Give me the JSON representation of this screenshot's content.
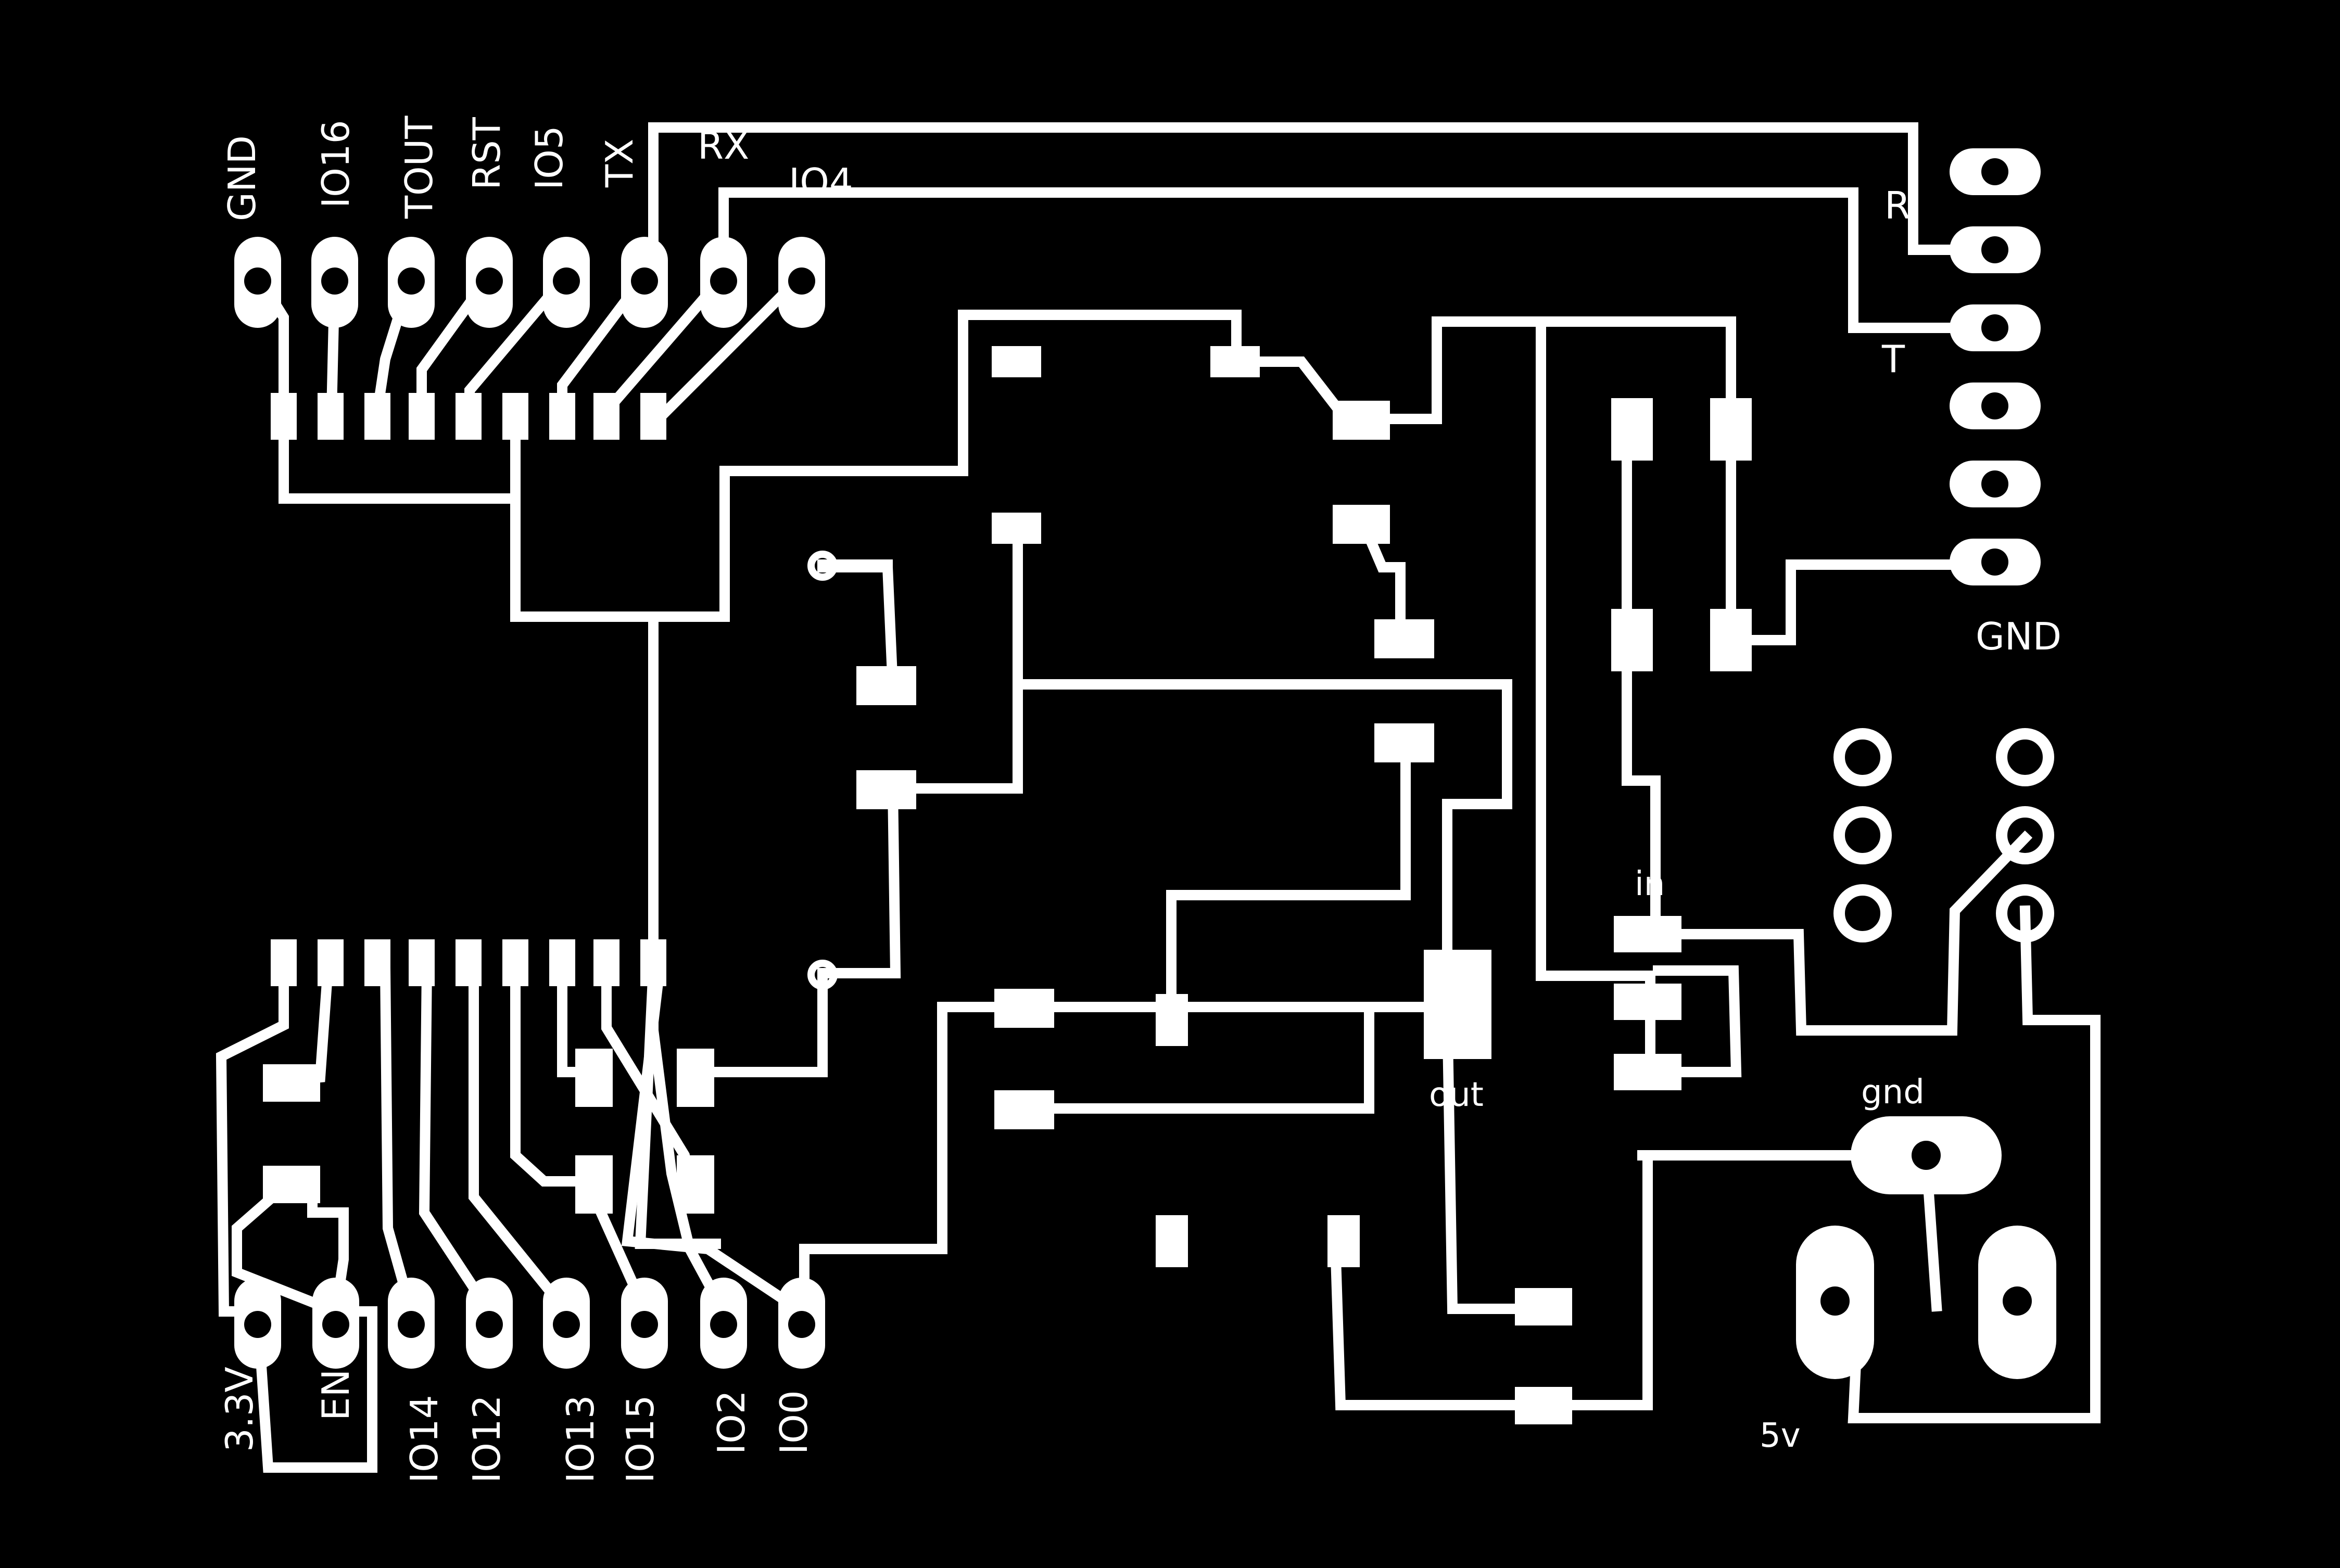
{
  "colors": {
    "background": "#000000",
    "copper": "#ffffff"
  },
  "labels": {
    "header_top": [
      "GND",
      "IO16",
      "TOUT",
      "RST",
      "IO5",
      "TX",
      "RX",
      "IO4"
    ],
    "header_bottom": [
      "3.3V",
      "EN",
      "IO14",
      "IO12",
      "IO13",
      "IO15",
      "IO2",
      "IO0"
    ],
    "serial_r": "R",
    "serial_t": "T",
    "serial_gnd": "GND",
    "reg_in": "in",
    "reg_out": "out",
    "power_gnd": "gnd",
    "power_5v": "5v"
  }
}
